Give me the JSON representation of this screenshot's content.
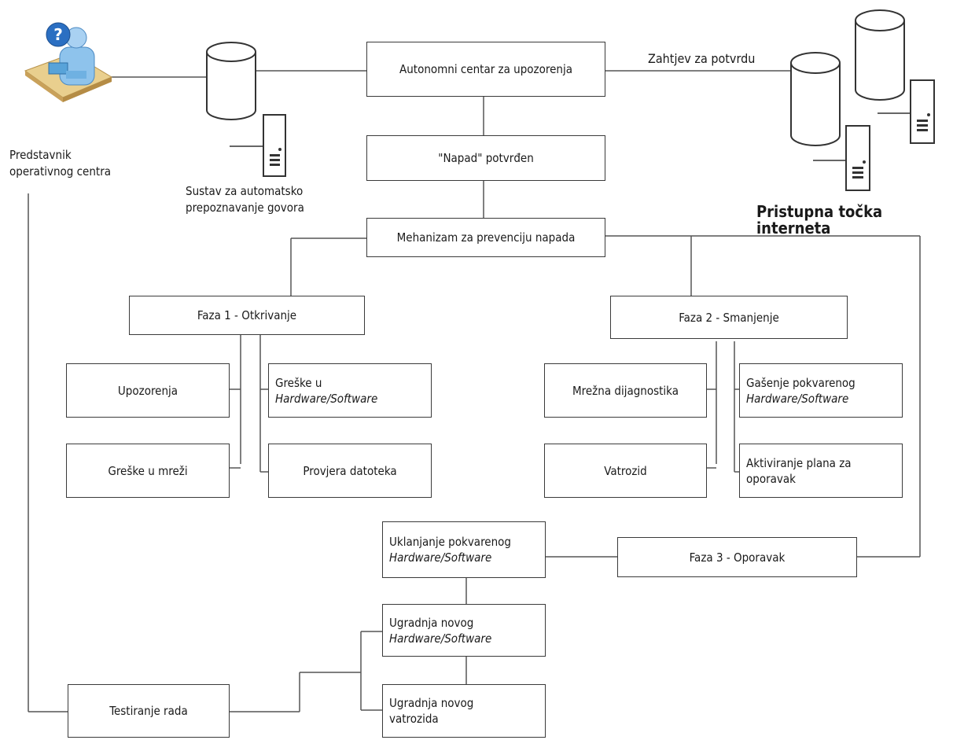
{
  "nodes": {
    "alert_center": "Autonomni centar za upozorenja",
    "attack_confirmed": "\"Napad\" potvrđen",
    "prevention": "Mehanizam za prevenciju napada",
    "phase1": "Faza 1 - Otkrivanje",
    "phase2": "Faza 2 - Smanjenje",
    "phase3": "Faza 3 - Oporavak",
    "warnings": "Upozorenja",
    "hw_errors": {
      "line1": "Greške u",
      "line2": "Hardware/Software"
    },
    "network_errors": "Greške u mreži",
    "file_check": "Provjera datoteka",
    "network_diag": "Mrežna dijagnostika",
    "shutdown": {
      "line1": "Gašenje pokvarenog",
      "line2": "Hardware/Software"
    },
    "firewall": "Vatrozid",
    "recovery_plan": {
      "line1": "Aktiviranje plana za",
      "line2": "oporavak"
    },
    "remove": {
      "line1": "Uklanjanje pokvarenog",
      "line2": "Hardware/Software"
    },
    "install_hw": {
      "line1": "Ugradnja novog",
      "line2": "Hardware/Software"
    },
    "install_fw": {
      "line1": "Ugradnja novog",
      "line2": "vatrozida"
    },
    "testing": "Testiranje rada"
  },
  "labels": {
    "operator": {
      "line1": "Predstavnik",
      "line2": "operativnog centra"
    },
    "speech": {
      "line1": "Sustav za automatsko",
      "line2": "prepoznavanje govora"
    },
    "request": "Zahtjev za potvrdu",
    "access_point": "Pristupna točka interneta"
  },
  "icons": [
    "operator-icon",
    "database-icon",
    "server-icon"
  ]
}
